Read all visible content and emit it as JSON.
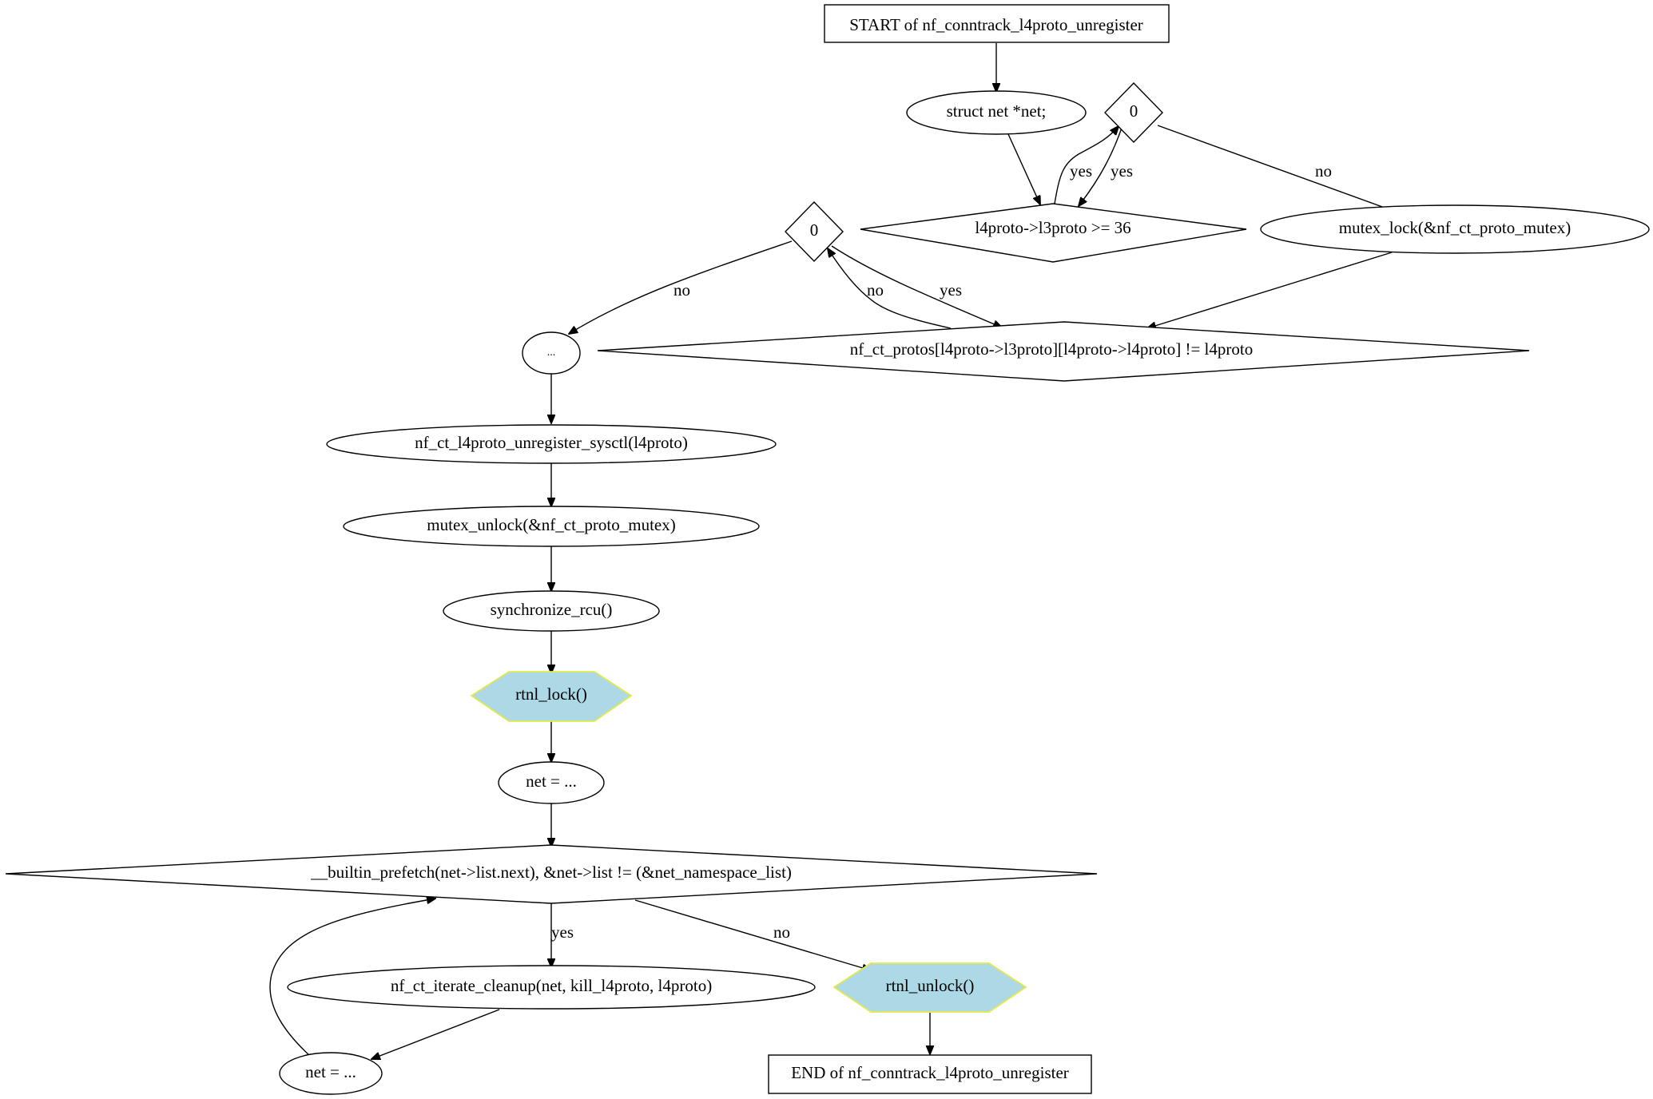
{
  "nodes": {
    "start": "START of nf_conntrack_l4proto_unregister",
    "decl_net": "struct net *net;",
    "cond_zero_top": "0",
    "cond_l3proto": "l4proto->l3proto >= 36",
    "mutex_lock": "mutex_lock(&nf_ct_proto_mutex)",
    "cond_zero_mid": "0",
    "ellipsis": "...",
    "cond_protos": "nf_ct_protos[l4proto->l3proto][l4proto->l4proto] != l4proto",
    "unregister_sysctl": "nf_ct_l4proto_unregister_sysctl(l4proto)",
    "mutex_unlock": "mutex_unlock(&nf_ct_proto_mutex)",
    "sync_rcu": "synchronize_rcu()",
    "rtnl_lock": "rtnl_lock()",
    "net_init": "net = ...",
    "cond_loop": "__builtin_prefetch(net->list.next), &net->list != (&net_namespace_list)",
    "iterate_cleanup": "nf_ct_iterate_cleanup(net, kill_l4proto, l4proto)",
    "net_next": "net = ...",
    "rtnl_unlock": "rtnl_unlock()",
    "end": "END of nf_conntrack_l4proto_unregister"
  },
  "edge_labels": {
    "l3_to_zero_yes": "yes",
    "zero_to_l3_yes": "yes",
    "zero_to_lock_no": "no",
    "zero_mid_to_ellipsis_no": "no",
    "protos_to_zero_no": "no",
    "zero_mid_to_protos_yes": "yes",
    "loop_yes": "yes",
    "loop_no": "no"
  },
  "colors": {
    "stroke": "#000000",
    "background": "#ffffff",
    "lock_fill": "#add8e6",
    "lock_stroke": "#e5e94a"
  }
}
